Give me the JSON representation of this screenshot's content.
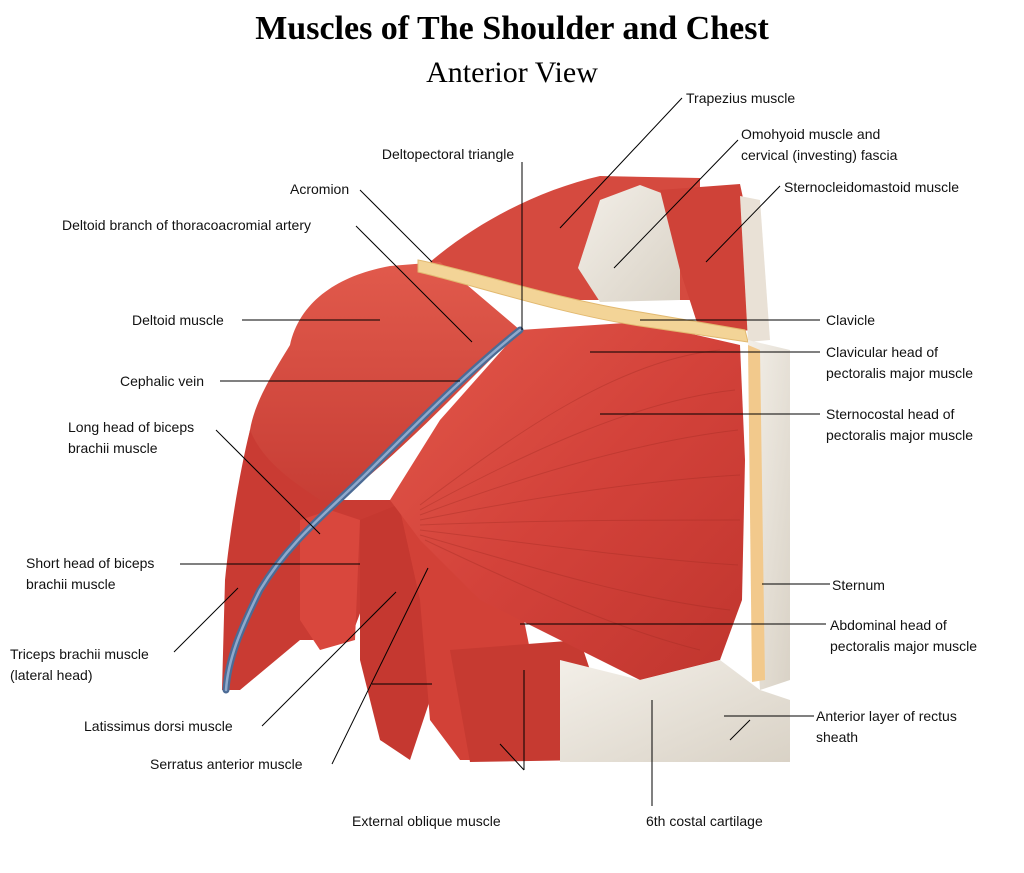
{
  "title": "Muscles of The Shoulder and Chest",
  "subtitle": "Anterior View",
  "labels": {
    "trapezius": "Trapezius muscle",
    "omohyoid_1": "Omohyoid muscle and",
    "omohyoid_2": "cervical (investing) fascia",
    "sternocleido": "Sternocleidomastoid muscle",
    "deltopectoral": "Deltopectoral triangle",
    "acromion": "Acromion",
    "deltoid_branch": "Deltoid branch of thoracoacromial artery",
    "deltoid": "Deltoid muscle",
    "clavicle": "Clavicle",
    "clavicular_head_1": "Clavicular head of",
    "clavicular_head_2": "pectoralis major muscle",
    "cephalic": "Cephalic vein",
    "sternocostal_1": "Sternocostal head of",
    "sternocostal_2": "pectoralis major muscle",
    "long_head_1": "Long head of biceps",
    "long_head_2": "brachii muscle",
    "short_head_1": "Short head of biceps",
    "short_head_2": "brachii muscle",
    "sternum": "Sternum",
    "abdominal_head_1": "Abdominal head of",
    "abdominal_head_2": "pectoralis major muscle",
    "triceps_1": "Triceps brachii muscle",
    "triceps_2": "(lateral head)",
    "latissimus": "Latissimus dorsi muscle",
    "rectus_1": "Anterior layer of rectus",
    "rectus_2": "sheath",
    "serratus": "Serratus anterior muscle",
    "external_oblique": "External oblique  muscle",
    "costal_cartilage": "6th costal cartilage"
  },
  "colors": {
    "muscle": "#d9453a",
    "muscle_dark": "#b52a24",
    "muscle_light": "#ec7a6c",
    "fascia": "#ece6dc",
    "bone": "#f4d59a",
    "vein": "#5f7fa8",
    "leader": "#000000"
  }
}
